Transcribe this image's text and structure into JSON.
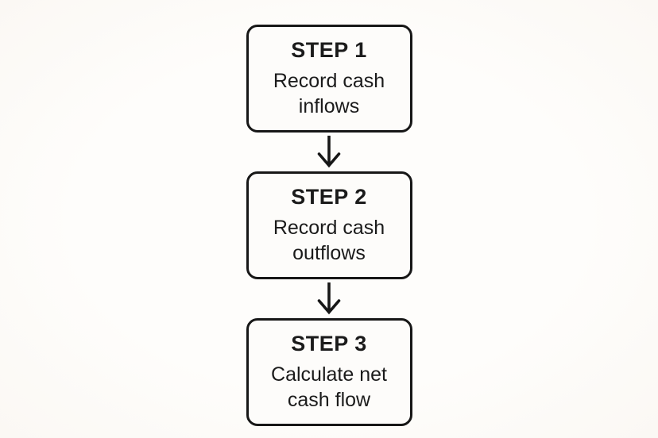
{
  "diagram": {
    "title": "Cash flow steps flowchart",
    "colors": {
      "background": "#fbf8f4",
      "box_fill": "#fdfcfa",
      "border": "#171717",
      "text": "#1b1b1b"
    },
    "connector_icon": "down-arrow",
    "steps": [
      {
        "title": "STEP 1",
        "description": "Record cash inflows"
      },
      {
        "title": "STEP 2",
        "description": "Record cash outflows"
      },
      {
        "title": "STEP 3",
        "description": "Calculate net cash flow"
      }
    ]
  }
}
